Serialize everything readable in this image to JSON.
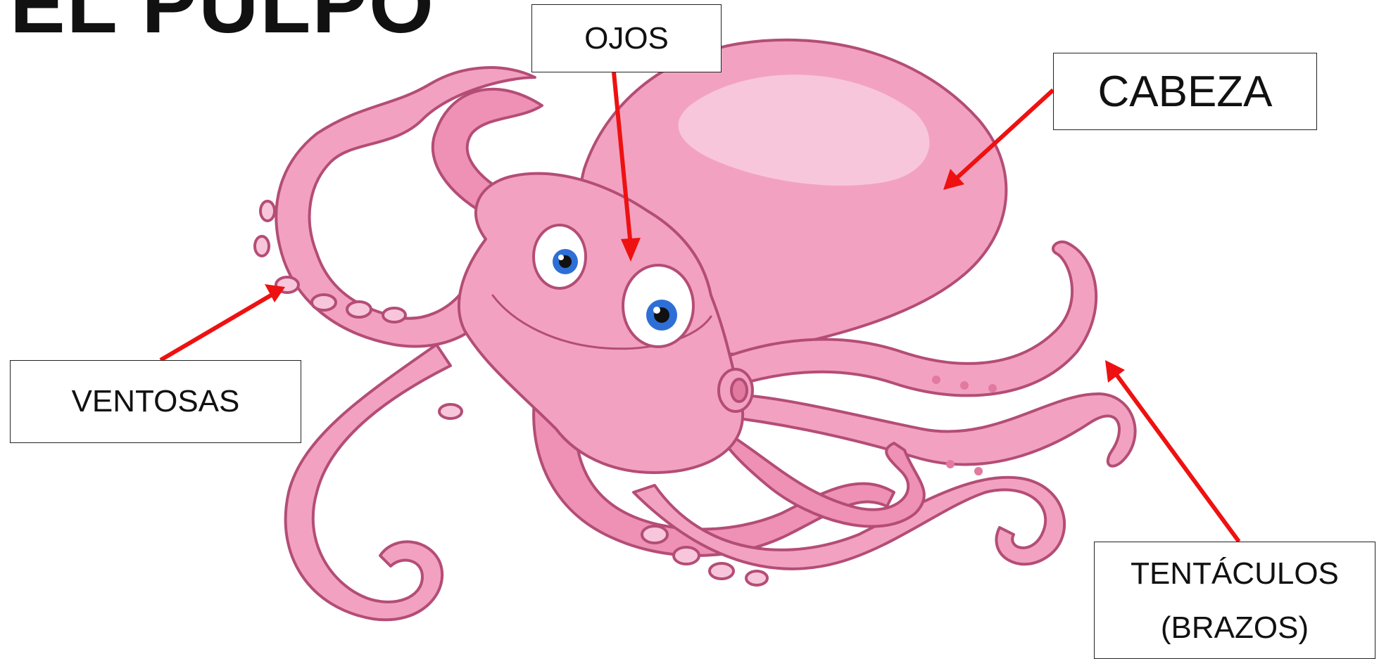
{
  "title": "EL PULPO",
  "labels": {
    "ojos": "OJOS",
    "cabeza": "CABEZA",
    "ventosas": "VENTOSAS",
    "tentaculos_line1": "TENTÁCULOS",
    "tentaculos_line2": "(BRAZOS)"
  },
  "colors": {
    "arrow": "#ee1111",
    "body": "#f2a2c0",
    "body_light": "#f8c6da",
    "body_dark": "#e27aa0",
    "outline": "#b44d76",
    "eye_iris": "#2d6fd6"
  }
}
